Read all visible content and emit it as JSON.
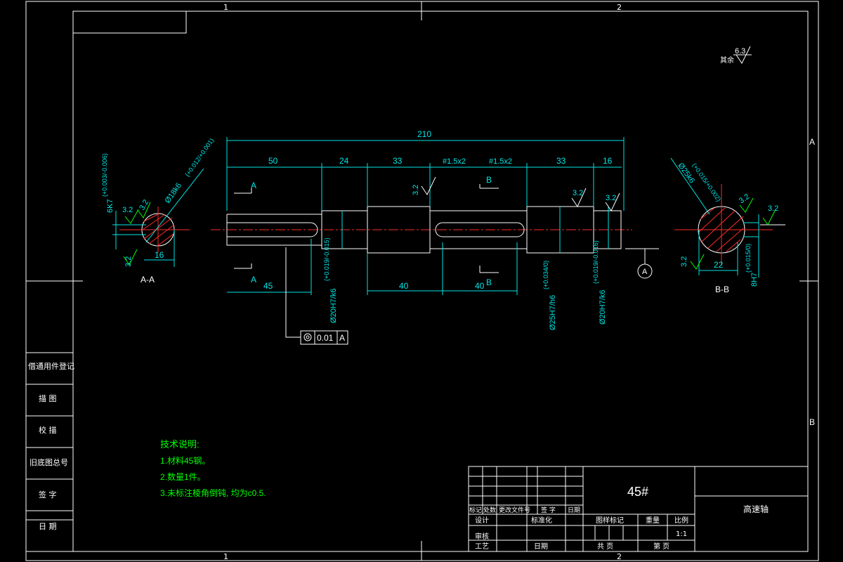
{
  "zones": {
    "top": [
      "1",
      "2"
    ],
    "bottom": [
      "1",
      "2"
    ],
    "side": [
      "A",
      "B"
    ]
  },
  "dims": {
    "overall": "210",
    "d50": "50",
    "d24": "24",
    "d33a": "33",
    "chamfer1": "#1.5x2",
    "chamfer2": "#1.5x2",
    "d33b": "33",
    "d16": "16",
    "d45": "45",
    "d40a": "40",
    "d40b": "40"
  },
  "fits": {
    "f1": "Ø20H7/k6",
    "f1tol": "(+0.019/-0.015)",
    "f2": "Ø25H7/h6",
    "f2tol": "(+0.034/0)",
    "f3": "Ø20H7/k6",
    "f3tol": "(+0.019/-0.016)"
  },
  "sectionAA": {
    "label": "A-A",
    "key": "6K7",
    "keyTol": "(+0.003/-0.006)",
    "dia": "Ø18k6",
    "diaTol": "(+0.012/+0.001)",
    "width": "16",
    "r1": "3.2",
    "r2": "3.2",
    "r3": "3.2"
  },
  "sectionBB": {
    "label": "B-B",
    "dia": "Ø25k6",
    "diaTol": "(+0.015/+0.002)",
    "width": "22",
    "key": "8H7",
    "keyTol": "(+0.015/0)",
    "r1": "3.2",
    "r2": "3.2",
    "r3": "3.2"
  },
  "cuts": {
    "a": "A",
    "b": "B"
  },
  "roughness": {
    "main": [
      "3.2",
      "3.2",
      "3.2"
    ],
    "corner_label": "其余",
    "corner_value": "6.3"
  },
  "datum": "A",
  "tolerance_frame": {
    "value": "0.01",
    "datum": "A"
  },
  "tech_notes": {
    "title": "技术说明:",
    "lines": [
      "1.材料45钢。",
      "2.数量1件。",
      "3.未标注棱角倒钝, 均为c0.5."
    ]
  },
  "left_strip": [
    "借通用件登记",
    "描 图",
    "校 描",
    "旧底图总号",
    "签 字",
    "日 期"
  ],
  "title_block": {
    "material": "45#",
    "part_name": "高速轴",
    "row_labels": [
      "标记",
      "处数",
      "更改文件号",
      "签 字",
      "日期"
    ],
    "design": "设计",
    "standard": "标准化",
    "review": "审核",
    "process": "工艺",
    "approve": "日期",
    "stage": "图样标记",
    "weight": "重量",
    "scale_label": "比例",
    "scale": "1:1",
    "total": "共   页",
    "page": "第   页"
  }
}
